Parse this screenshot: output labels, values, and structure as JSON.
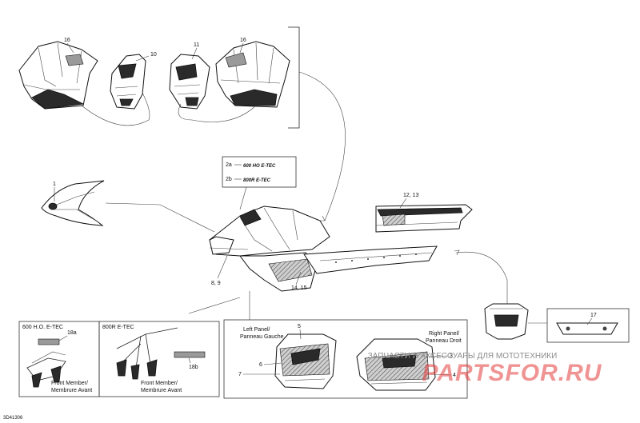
{
  "callouts": {
    "c16a": "16",
    "c10": "10",
    "c11": "11",
    "c16b": "16",
    "c2a": "2a",
    "c2b": "2b",
    "c1": "1",
    "c12_13": "12, 13",
    "c8_9": "8, 9",
    "c14_15": "14, 15",
    "c17": "17",
    "c18a": "18a",
    "c18b": "18b",
    "c5": "5",
    "c6": "6",
    "c7": "7",
    "c3": "3",
    "c4": "4"
  },
  "decal_text": {
    "d2a": "600 HO E-TEC",
    "d2b": "800R E-TEC"
  },
  "inset_left": {
    "title": "600 H.O. E-TEC",
    "caption_line1": "Front Member/",
    "caption_line2": "Membrure Avant"
  },
  "inset_mid": {
    "title": "800R E-TEC",
    "caption_line1": "Front Member/",
    "caption_line2": "Membrure Avant"
  },
  "inset_panels": {
    "left_line1": "Left Panel/",
    "left_line2": "Panneau Gauche",
    "right_line1": "Right Panel/",
    "right_line2": "Panneau Droit"
  },
  "watermark": {
    "line1": "ЗАПЧАСТИ И АКСЕССУАРЫ ДЛЯ МОТОТЕХНИКИ",
    "brand": "PARTSFOR.RU"
  },
  "figure_code": "3D41306"
}
